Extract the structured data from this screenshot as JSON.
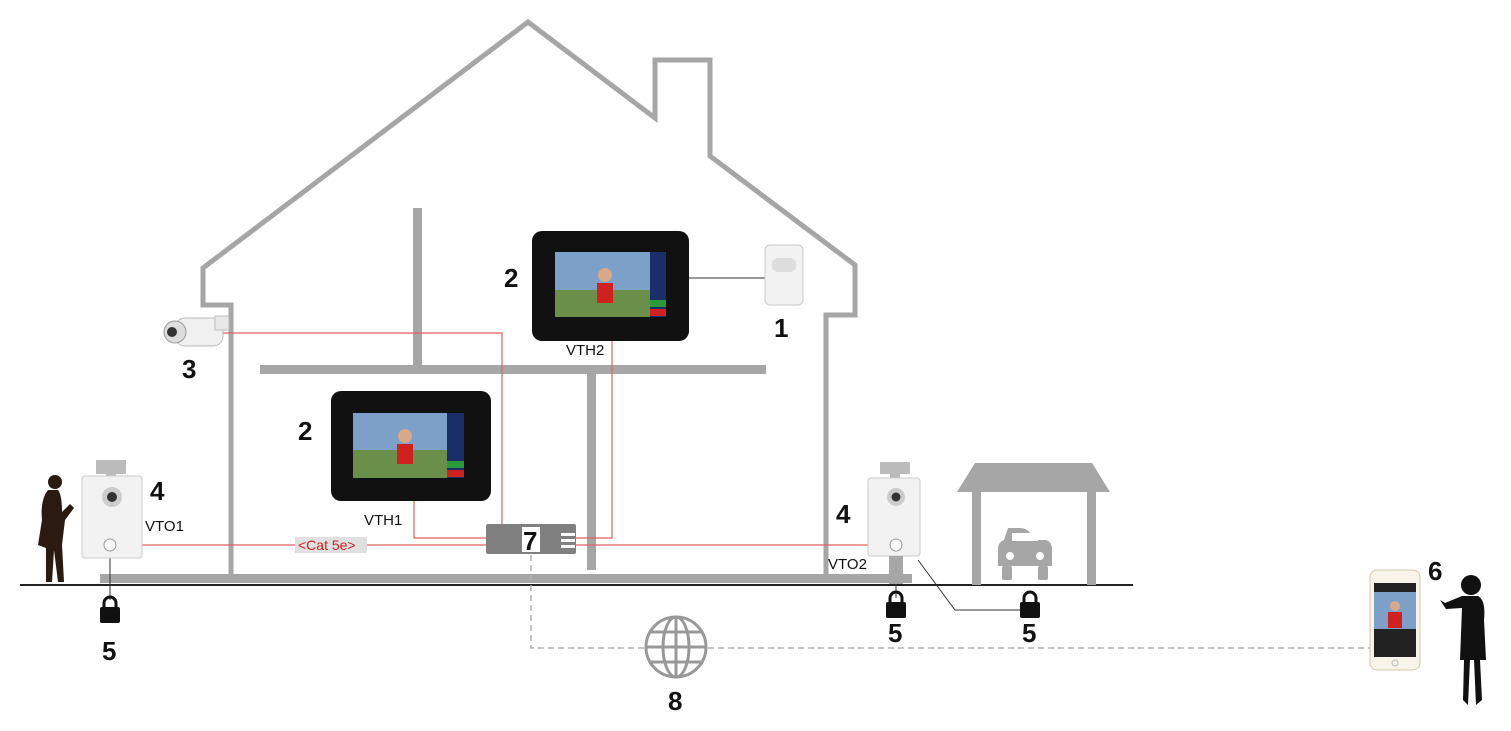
{
  "labels": {
    "motion_detector": "1",
    "indoor_monitor": "2",
    "ip_camera": "3",
    "door_station": "4",
    "lock": "5",
    "mobile_app": "6",
    "switch": "7",
    "internet": "8"
  },
  "device_names": {
    "vth1": "VTH1",
    "vth2": "VTH2",
    "vto1": "VTO1",
    "vto2": "VTO2"
  },
  "cable_label": "<Cat 5e>",
  "colors": {
    "structure": "#a6a6a6",
    "cable": "#e06060",
    "network": "#b0b0b0"
  }
}
